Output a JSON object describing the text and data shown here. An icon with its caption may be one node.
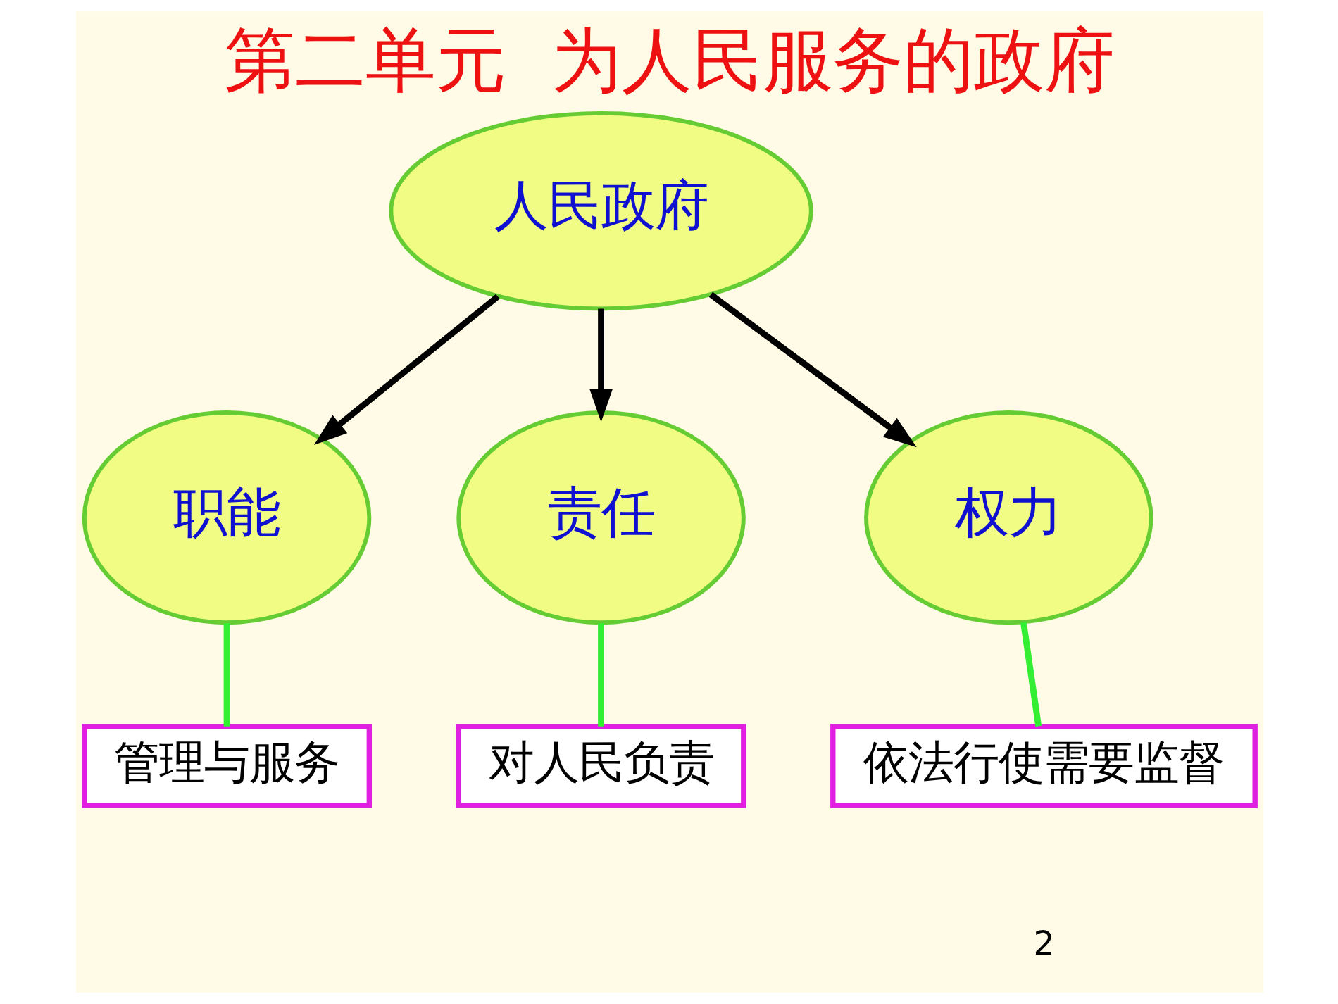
{
  "diagram": {
    "title": "第二单元  为人民服务的政府",
    "nodes": [
      {
        "text": [
          "人民政府"
        ]
      },
      {
        "text": [
          "职能"
        ]
      },
      {
        "text": [
          "责任"
        ]
      },
      {
        "text": [
          "权力"
        ]
      },
      {
        "text": [
          "管理与服务"
        ]
      },
      {
        "text": [
          "对人民负责"
        ]
      },
      {
        "text": [
          "依法行使需要监督"
        ]
      }
    ],
    "edges": [
      {
        "from": 0,
        "to": 1,
        "arrow": "to",
        "color": "#000000"
      },
      {
        "from": 0,
        "to": 2,
        "arrow": "to",
        "color": "#000000"
      },
      {
        "from": 0,
        "to": 3,
        "arrow": "to",
        "color": "#000000"
      },
      {
        "from": 1,
        "to": 4,
        "arrow": "none",
        "color": "#33ee33"
      },
      {
        "from": 2,
        "to": 5,
        "arrow": "none",
        "color": "#33ee33"
      },
      {
        "from": 3,
        "to": 6,
        "arrow": "none",
        "color": "#33ee33"
      }
    ],
    "labels": [
      "2"
    ]
  }
}
